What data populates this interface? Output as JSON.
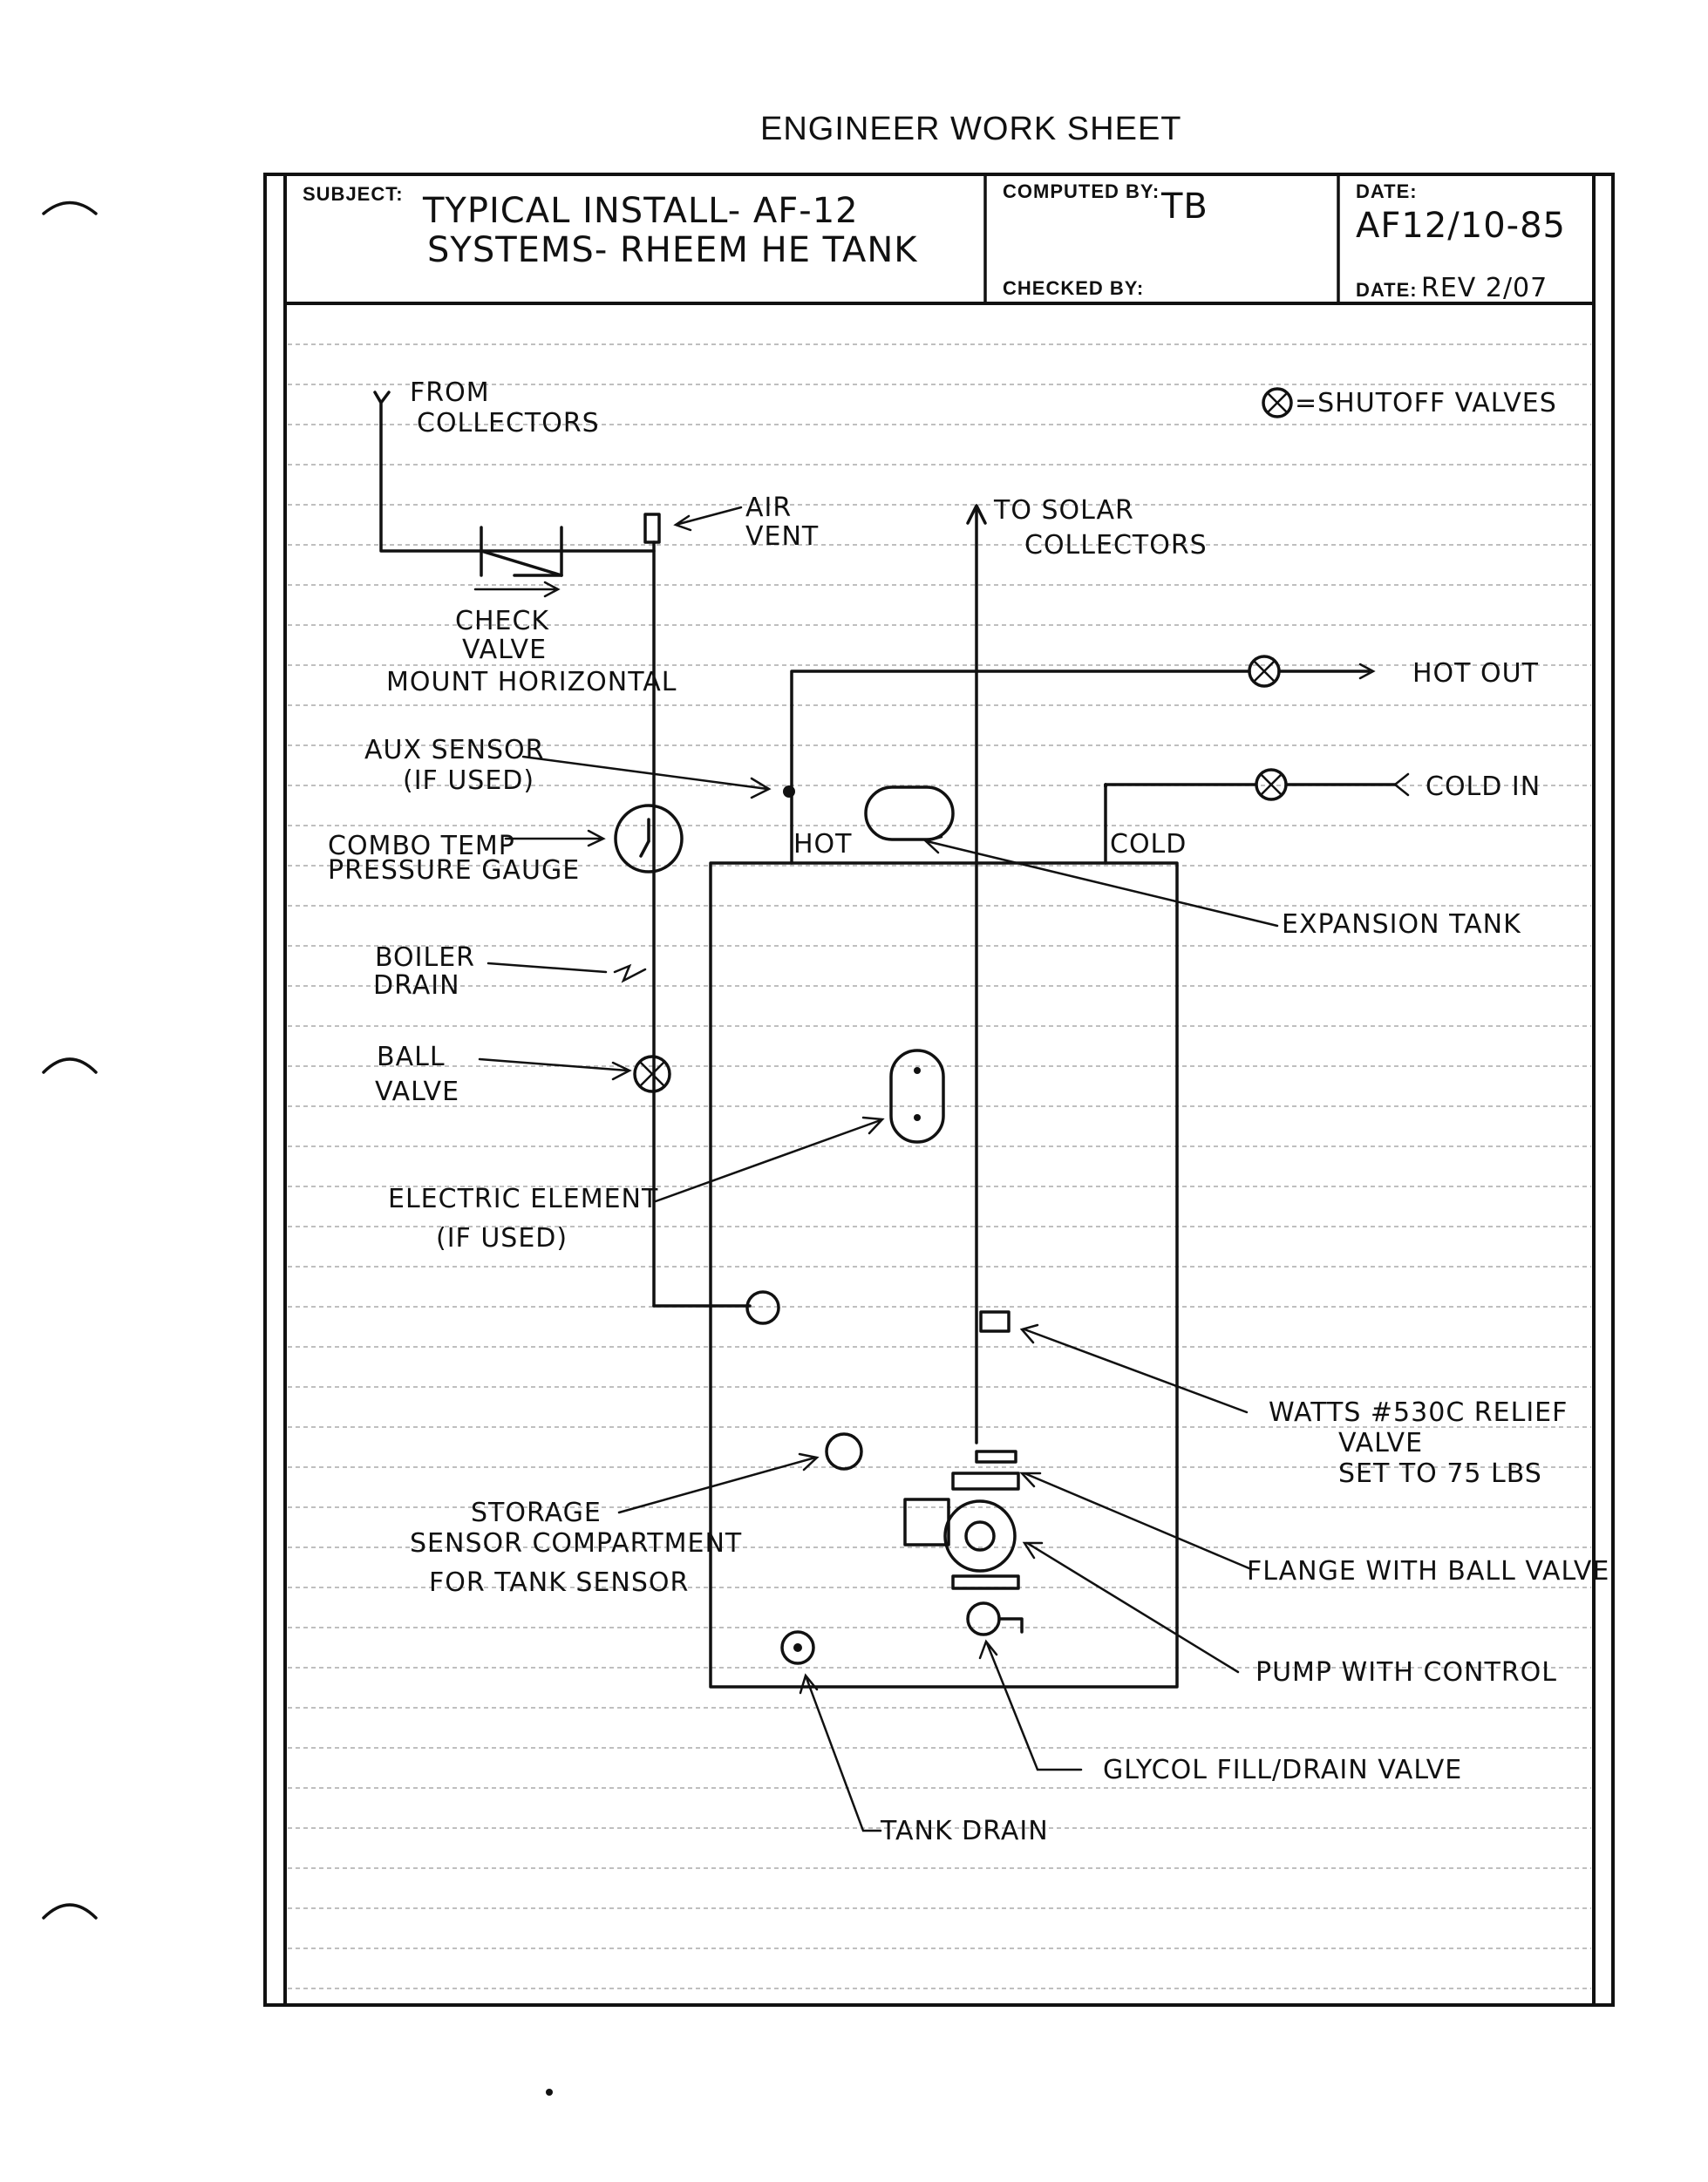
{
  "sheet": {
    "title": "ENGINEER WORK SHEET",
    "subject_label": "SUBJECT:",
    "subject_line1": "TYPICAL INSTALL- AF-12",
    "subject_line2": "SYSTEMS- RHEEM HE TANK",
    "computed_label": "COMPUTED BY:",
    "computed_value": "TB",
    "checked_label": "CHECKED BY:",
    "date_label": "DATE:",
    "date_value": "AF12/10-85",
    "date2_label": "DATE:",
    "date2_value": "REV 2/07"
  },
  "diagram": {
    "legend": "=SHUTOFF VALVES",
    "from_collectors_1": "FROM",
    "from_collectors_2": "COLLECTORS",
    "air_vent_1": "AIR",
    "air_vent_2": "VENT",
    "to_solar_1": "TO SOLAR",
    "to_solar_2": "COLLECTORS",
    "check_valve_1": "CHECK",
    "check_valve_2": "VALVE",
    "check_valve_3": "MOUNT HORIZONTAL",
    "hot_out": "HOT OUT",
    "aux_sensor_1": "AUX SENSOR",
    "aux_sensor_2": "(IF USED)",
    "cold_in": "COLD IN",
    "combo_1": "COMBO TEMP",
    "combo_2": "PRESSURE GAUGE",
    "hot": "HOT",
    "cold": "COLD",
    "expansion_tank": "EXPANSION TANK",
    "boiler_drain_1": "BOILER",
    "boiler_drain_2": "DRAIN",
    "ball_valve_1": "BALL",
    "ball_valve_2": "VALVE",
    "electric_1": "ELECTRIC ELEMENT",
    "electric_2": "(IF USED)",
    "watts_1": "WATTS #530C RELIEF",
    "watts_2": "VALVE",
    "watts_3": "SET TO 75 LBS",
    "storage_1": "STORAGE",
    "storage_2": "SENSOR COMPARTMENT",
    "storage_3": "FOR TANK SENSOR",
    "flange": "FLANGE WITH BALL VALVE",
    "pump": "PUMP WITH CONTROL",
    "glycol": "GLYCOL FILL/DRAIN VALVE",
    "tank_drain": "TANK DRAIN"
  }
}
